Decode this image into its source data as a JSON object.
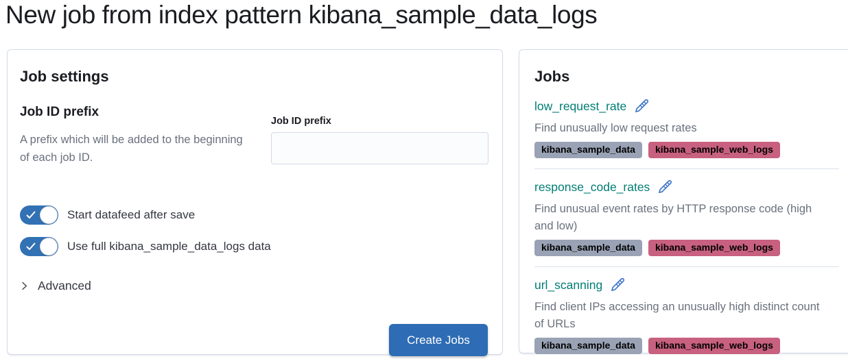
{
  "page": {
    "title": "New job from index pattern kibana_sample_data_logs"
  },
  "job_settings": {
    "panel_title": "Job settings",
    "prefix_section": {
      "heading": "Job ID prefix",
      "description": "A prefix which will be added to the beginning of each job ID.",
      "field_label": "Job ID prefix",
      "field_value": ""
    },
    "toggles": [
      {
        "label": "Start datafeed after save",
        "state": "on"
      },
      {
        "label": "Use full kibana_sample_data_logs data",
        "state": "on"
      }
    ],
    "advanced_label": "Advanced",
    "create_button_label": "Create Jobs"
  },
  "jobs_panel": {
    "panel_title": "Jobs",
    "jobs": [
      {
        "id": "low_request_rate",
        "description": "Find unusually low request rates",
        "tags": [
          "kibana_sample_data",
          "kibana_sample_web_logs"
        ]
      },
      {
        "id": "response_code_rates",
        "description": "Find unusual event rates by HTTP response code (high and low)",
        "tags": [
          "kibana_sample_data",
          "kibana_sample_web_logs"
        ]
      },
      {
        "id": "url_scanning",
        "description": "Find client IPs accessing an unusually high distinct count of URLs",
        "tags": [
          "kibana_sample_data",
          "kibana_sample_web_logs"
        ]
      }
    ]
  },
  "colors": {
    "primary_button_blue": "#2e6cb5",
    "toggle_blue": "#3271b4",
    "pencil_icon_blue": "#3d74c9",
    "job_link_teal": "#017d73",
    "badge_gray": "#9aa3b5",
    "badge_pink": "#c8607f",
    "text_dark": "#1a1c21",
    "text_gray": "#69707d",
    "panel_border": "#d3dae6"
  }
}
